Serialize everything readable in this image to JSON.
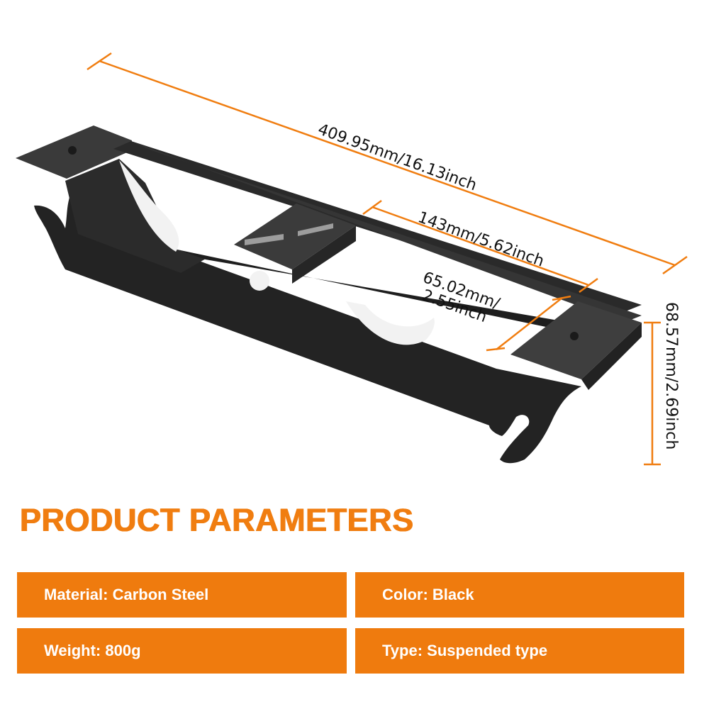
{
  "dimensions": {
    "overall_length": "409.95mm/16.13inch",
    "middle_span": "143mm/5.62inch",
    "inner_width_line1": "65.02mm/",
    "inner_width_line2": "2.55inch",
    "height": "68.57mm/2.69inch"
  },
  "section_title": "PRODUCT PARAMETERS",
  "parameters": [
    {
      "text": "Material: Carbon Steel"
    },
    {
      "text": "Color: Black"
    },
    {
      "text": "Weight: 800g"
    },
    {
      "text": "Type: Suspended type"
    }
  ],
  "colors": {
    "accent": "#ef7b0e",
    "bracket": "#2f2f2f"
  }
}
